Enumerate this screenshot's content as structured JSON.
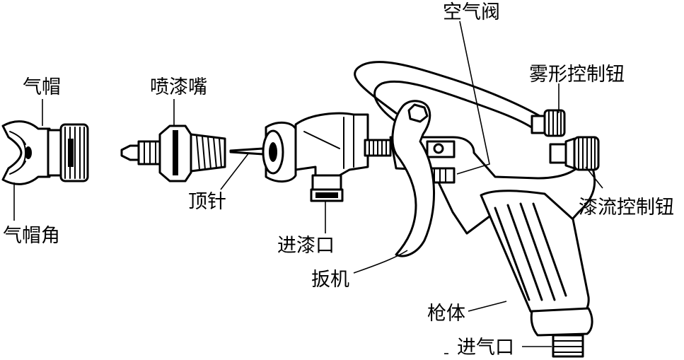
{
  "labels": {
    "air_cap": "气帽",
    "nozzle": "喷漆嘴",
    "air_valve": "空气阀",
    "spray_pattern_knob": "雾形控制钮",
    "needle": "顶针",
    "air_cap_horn": "气帽角",
    "paint_inlet": "进漆口",
    "paint_flow_knob": "漆流控制钮",
    "trigger": "扳机",
    "gun_body": "枪体",
    "air_inlet": "进气口"
  }
}
